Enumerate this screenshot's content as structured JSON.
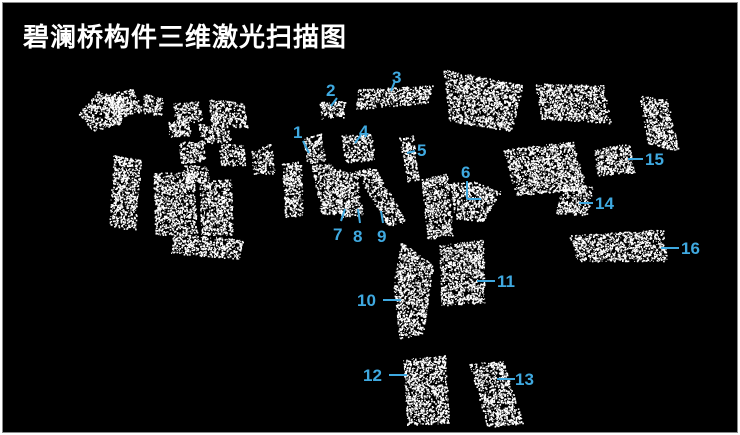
{
  "title": "碧澜桥构件三维激光扫描图",
  "colors": {
    "background": "#000000",
    "points": "#ffffff",
    "label": "#3fa9e0"
  },
  "labels": [
    "1",
    "2",
    "3",
    "4",
    "5",
    "6",
    "7",
    "8",
    "9",
    "10",
    "11",
    "12",
    "13",
    "14",
    "15",
    "16"
  ]
}
